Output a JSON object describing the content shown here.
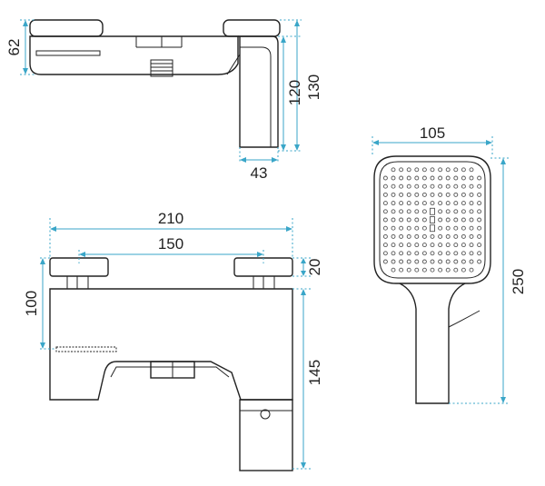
{
  "colors": {
    "outline": "#222222",
    "dimension": "#3aa6c8",
    "background": "#ffffff"
  },
  "dimensions": {
    "top_view": {
      "height_left": "62",
      "height_inner": "120",
      "height_total": "130",
      "width_bottom": "43"
    },
    "front_view": {
      "width_total": "210",
      "width_centers": "150",
      "height_eccentric": "20",
      "height_body": "100",
      "height_spout": "145"
    },
    "hand_shower": {
      "width": "105",
      "length": "250"
    }
  }
}
